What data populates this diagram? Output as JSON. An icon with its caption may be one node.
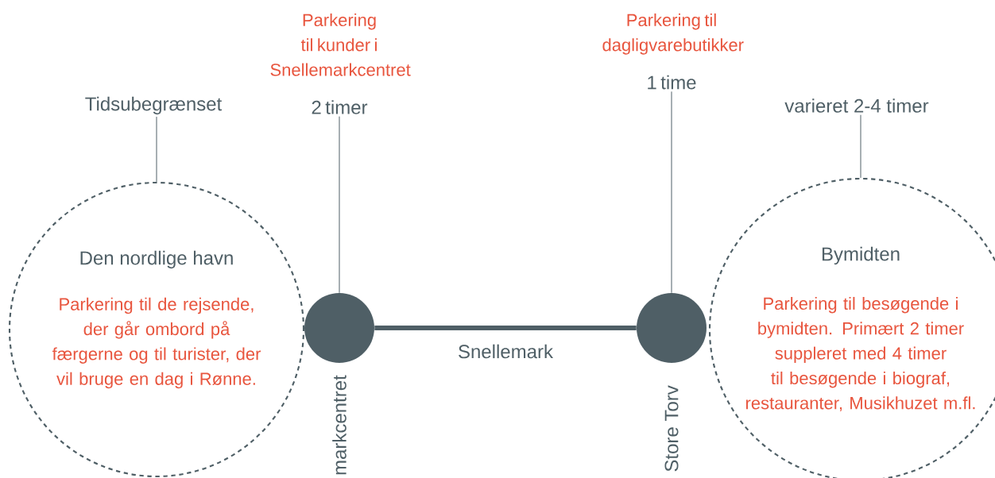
{
  "diagram": {
    "nodes": [
      {
        "text": [
          "Den nordlige havn",
          "Parkering til de rejsende, der går ombord på færgerne og til turister, der vil bruge en dag i Rønne."
        ]
      },
      {
        "text": [
          "Tidsubegrænset"
        ]
      },
      {
        "text": [],
        "shape": "circle",
        "beside": [
          "markcentret"
        ]
      },
      {
        "text": [
          "Parkering til kunder i Snellemarkcentret",
          "2 timer"
        ]
      },
      {
        "text": [],
        "shape": "circle",
        "beside": [
          "Store Torv"
        ]
      },
      {
        "text": [
          "Parkering til dagligvarebutikker",
          "1 time"
        ]
      },
      {
        "text": [
          "Bymidten",
          "Parkering til besøgende i bymidten. Primært 2 timer suppleret med 4 timer til besøgende i biograf, restauranter, Musikhuzet m.fl."
        ]
      },
      {
        "text": [
          "varieret 2-4 timer"
        ]
      }
    ],
    "edges": [
      {
        "from": 1,
        "to": 0,
        "arrow": "none"
      },
      {
        "from": 3,
        "to": 2,
        "arrow": "none"
      },
      {
        "from": 5,
        "to": 4,
        "arrow": "none"
      },
      {
        "from": 7,
        "to": 6,
        "arrow": "none"
      },
      {
        "from": 2,
        "to": 4,
        "arrow": "none",
        "style": "thick",
        "label": "Snellemark"
      }
    ]
  }
}
